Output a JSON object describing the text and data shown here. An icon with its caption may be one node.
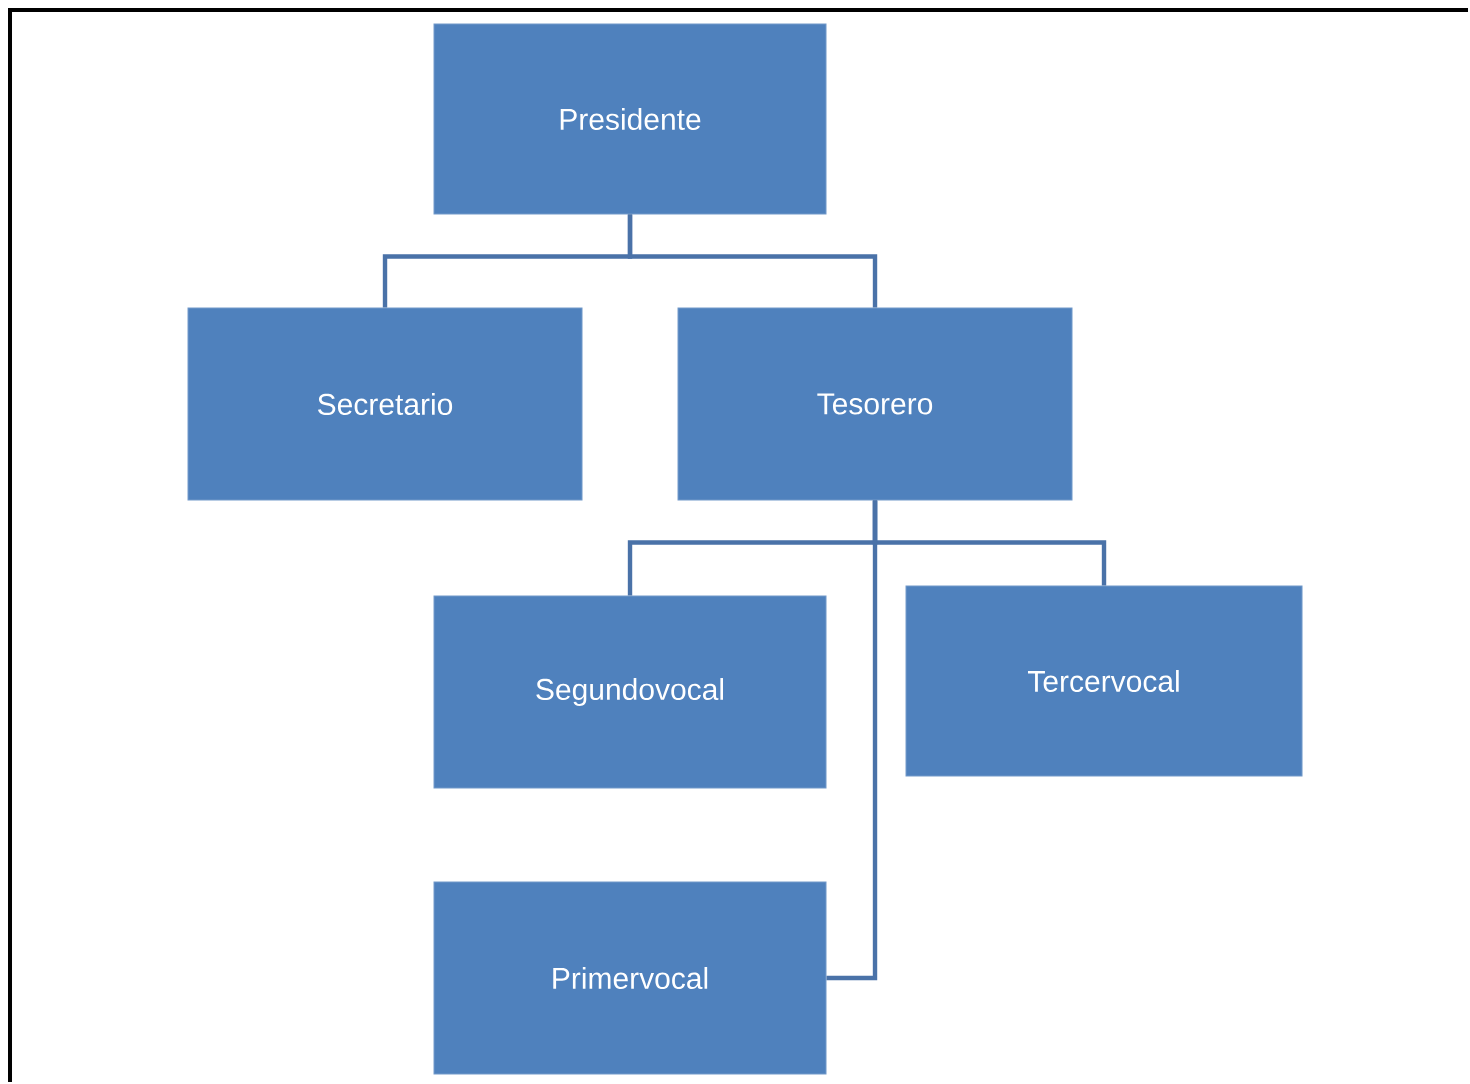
{
  "diagram": {
    "nodes": [
      {
        "text": [
          "Presidente"
        ]
      },
      {
        "text": [
          "Secretario"
        ]
      },
      {
        "text": [
          "Tesorero"
        ]
      },
      {
        "text": [
          "Segundovocal"
        ]
      },
      {
        "text": [
          "Tercervocal"
        ]
      },
      {
        "text": [
          "Primervocal"
        ]
      }
    ],
    "edges": [
      {
        "from": 0,
        "to": 1,
        "arrow": "none"
      },
      {
        "from": 0,
        "to": 2,
        "arrow": "none"
      },
      {
        "from": 2,
        "to": 3,
        "arrow": "none"
      },
      {
        "from": 2,
        "to": 4,
        "arrow": "none"
      },
      {
        "from": 2,
        "to": 5,
        "arrow": "none"
      }
    ]
  }
}
